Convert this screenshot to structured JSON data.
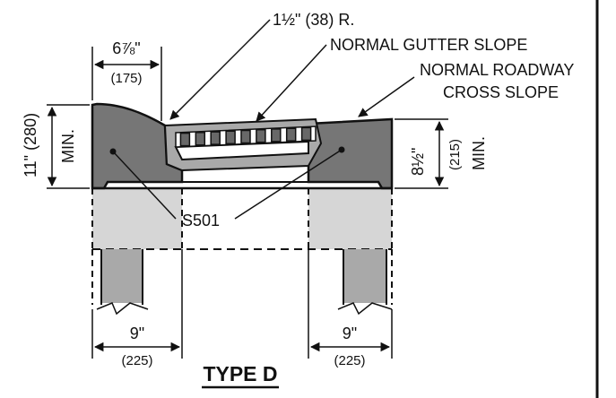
{
  "colors": {
    "concrete_dark": "#767676",
    "concrete_light": "#d6d6d6",
    "footing": "#a9a9a9",
    "grate": "#686868",
    "ink": "#111111",
    "background": "#ffffff"
  },
  "labels": {
    "top_width": "6⅞\"",
    "top_width_metric": "(175)",
    "radius": "1½\" (38) R.",
    "gutter_slope": "NORMAL GUTTER SLOPE",
    "roadway_slope_line1": "NORMAL ROADWAY",
    "roadway_slope_line2": "CROSS SLOPE",
    "left_height": "11\" (280)",
    "left_height_min": "MIN.",
    "right_height": "8½\"",
    "right_height_metric": "(215)",
    "right_height_min": "MIN.",
    "rebar": "S501",
    "left_bottom_width": "9\"",
    "left_bottom_width_metric": "(225)",
    "right_bottom_width": "9\"",
    "right_bottom_width_metric": "(225)",
    "title": "TYPE D"
  }
}
